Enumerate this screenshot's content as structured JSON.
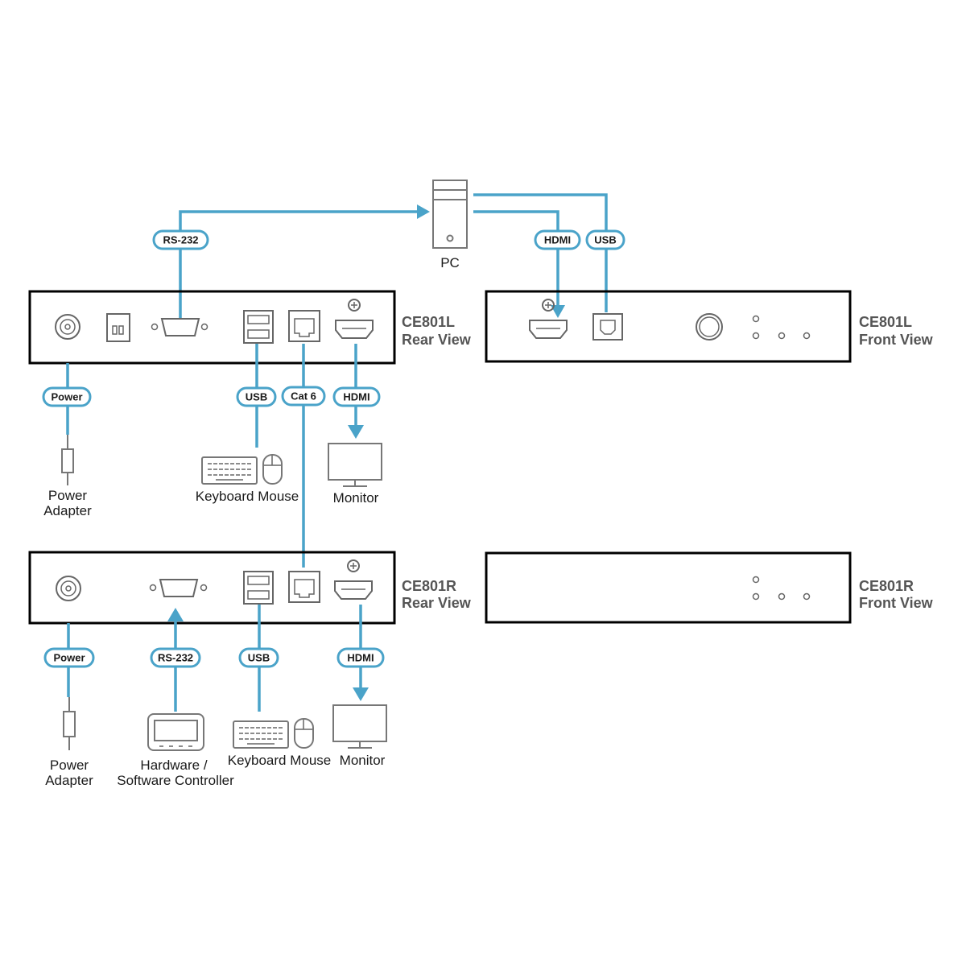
{
  "devices": {
    "local_rear": {
      "model": "CE801L",
      "view": "Rear View"
    },
    "local_front": {
      "model": "CE801L",
      "view": "Front View"
    },
    "remote_rear": {
      "model": "CE801R",
      "view": "Rear View"
    },
    "remote_front": {
      "model": "CE801R",
      "view": "Front View"
    }
  },
  "connections": {
    "rs232_top": "RS-232",
    "pc_hdmi": "HDMI",
    "pc_usb": "USB",
    "local_power": "Power",
    "local_usb": "USB",
    "cat6": "Cat 6",
    "local_hdmi": "HDMI",
    "remote_power": "Power",
    "remote_rs232": "RS-232",
    "remote_usb": "USB",
    "remote_hdmi": "HDMI"
  },
  "captions": {
    "pc": "PC",
    "local_power_line1": "Power",
    "local_power_line2": "Adapter",
    "local_kbm": "Keyboard Mouse",
    "local_monitor": "Monitor",
    "remote_power_line1": "Power",
    "remote_power_line2": "Adapter",
    "controller_line1": "Hardware /",
    "controller_line2": "Software Controller",
    "remote_kbm": "Keyboard Mouse",
    "remote_monitor": "Monitor"
  },
  "colors": {
    "cable": "#4aa3c9",
    "device_outline": "#000000",
    "label_text": "#555555"
  },
  "icons": [
    "pc-tower-icon",
    "power-jack-icon",
    "dip-switch-icon",
    "serial-port-icon",
    "usb-port-icon",
    "rj45-port-icon",
    "hdmi-port-icon",
    "screw-icon",
    "usb-b-port-icon",
    "button-icon",
    "led-icon",
    "power-adapter-icon",
    "keyboard-icon",
    "mouse-icon",
    "monitor-icon",
    "controller-icon"
  ]
}
